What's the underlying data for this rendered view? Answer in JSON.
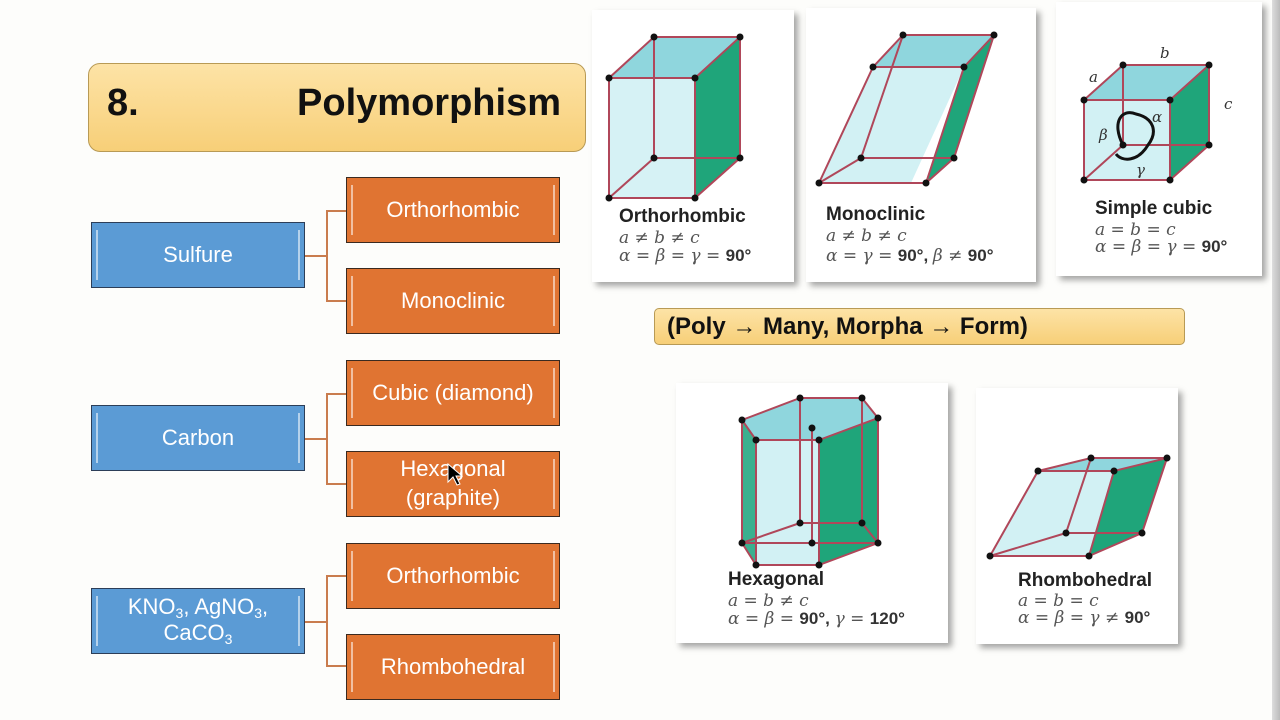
{
  "title": {
    "number": "8.",
    "text": "Polymorphism"
  },
  "etymology": "(Poly → Many, Morpha → Form)",
  "tree": [
    {
      "parent": "Sulfure",
      "children": [
        "Orthorhombic",
        "Monoclinic"
      ]
    },
    {
      "parent": "Carbon",
      "children": [
        "Cubic (diamond)",
        "Hexagonal (graphite)"
      ]
    },
    {
      "parent_parts": [
        "KNO",
        "3",
        ", AgNO",
        "3",
        ",",
        "CaCO",
        "3"
      ],
      "parent": "KNO3, AgNO3, CaCO3",
      "children": [
        "Orthorhombic",
        "Rhombohedral"
      ]
    }
  ],
  "crystal_cards": [
    {
      "name": "Orthorhombic",
      "lengths": "a ≠ b ≠ c",
      "angles_pre": "α = β = γ = ",
      "angles_val": "90°"
    },
    {
      "name": "Monoclinic",
      "lengths": "a ≠ b ≠ c",
      "angles_pre": "α = γ = ",
      "angles_val": "90°, ",
      "angles_pre2": "β ≠ ",
      "angles_val2": "90°"
    },
    {
      "name": "Simple cubic",
      "lengths": "a = b = c",
      "angles_pre": "α = β = γ = ",
      "angles_val": "90°",
      "edge_labels": {
        "a": "a",
        "b": "b",
        "c": "c",
        "alpha": "α",
        "beta": "β",
        "gamma": "γ"
      }
    },
    {
      "name": "Hexagonal",
      "lengths": "a = b ≠ c",
      "angles_pre": "α = β = ",
      "angles_val": "90°, ",
      "angles_pre2": "γ = ",
      "angles_val2": "120°"
    },
    {
      "name": "Rhombohedral",
      "lengths": "a = b = c",
      "angles_pre": "α = β = γ ≠ ",
      "angles_val": "90°"
    }
  ],
  "colors": {
    "parent_fill": "#5b9bd5",
    "child_fill": "#e07432",
    "title_fill": "#f9d68a",
    "face_light": "#c9eef2",
    "face_mid": "#8fd6dd",
    "face_dark": "#1fa57a",
    "edge": "#b0475a"
  }
}
